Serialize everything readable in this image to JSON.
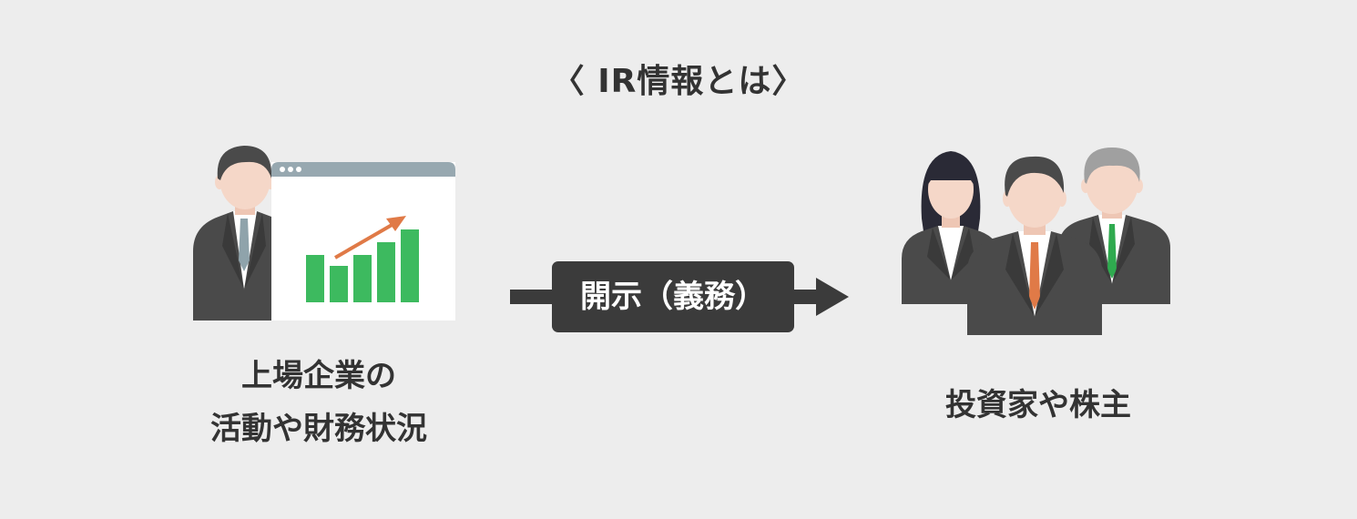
{
  "title": "〈 IR情報とは〉",
  "left": {
    "line1": "上場企業の",
    "line2": "活動や財務状況"
  },
  "arrow": {
    "label": "開示（義務）"
  },
  "right": {
    "label": "投資家や株主"
  },
  "colors": {
    "background": "#ededed",
    "suit": "#4a4a4a",
    "skin": "#f5d7c8",
    "bar_green": "#3dba5f",
    "trend_arrow": "#e07a47",
    "window_bar": "#97a8b0",
    "tie_orange": "#e07a47",
    "tie_green": "#2faa4f",
    "dark_box": "#3b3b3b"
  },
  "chart_data": {
    "type": "bar",
    "categories": [],
    "values": [
      52,
      40,
      52,
      66,
      80
    ],
    "trend": "up"
  }
}
